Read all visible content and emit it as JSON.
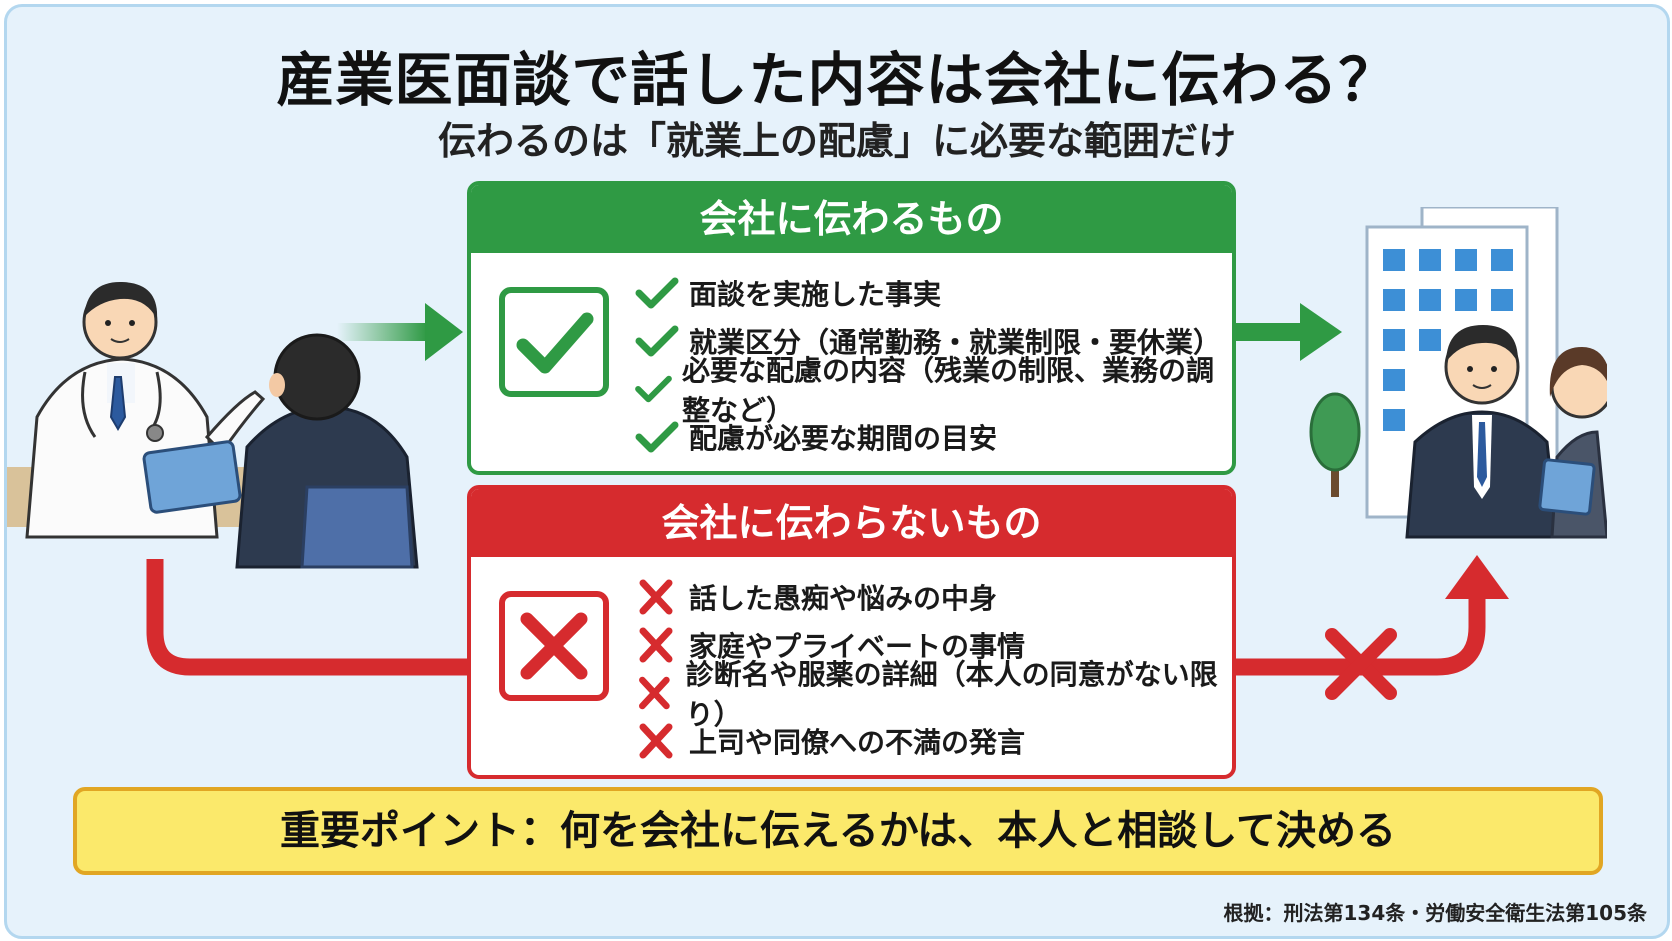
{
  "title": "産業医面談で話した内容は会社に伝わる？",
  "subtitle": "伝わるのは「就業上の配慮」に必要な範囲だけ",
  "shared": {
    "heading": "会社に伝わるもの",
    "icon": "check-mark-icon",
    "color": "#2f9a44",
    "items": [
      "面談を実施した事実",
      "就業区分（通常勤務・就業制限・要休業）",
      "必要な配慮の内容（残業の制限、業務の調整など）",
      "配慮が必要な期間の目安"
    ]
  },
  "not_shared": {
    "heading": "会社に伝わらないもの",
    "icon": "cross-mark-icon",
    "color": "#d62b2e",
    "items": [
      "話した愚痴や悩みの中身",
      "家庭やプライベートの事情",
      "診断名や服薬の詳細（本人の同意がない限り）",
      "上司や同僚への不満の発言"
    ]
  },
  "key_point": "重要ポイント：何を会社に伝えるかは、本人と相談して決める",
  "source": "根拠：刑法第134条・労働安全衛生法第105条",
  "illustrations": {
    "left": "doctor-consultation-illustration",
    "right": "company-building-and-staff-illustration"
  },
  "accent_yellow": "#fbe96b"
}
